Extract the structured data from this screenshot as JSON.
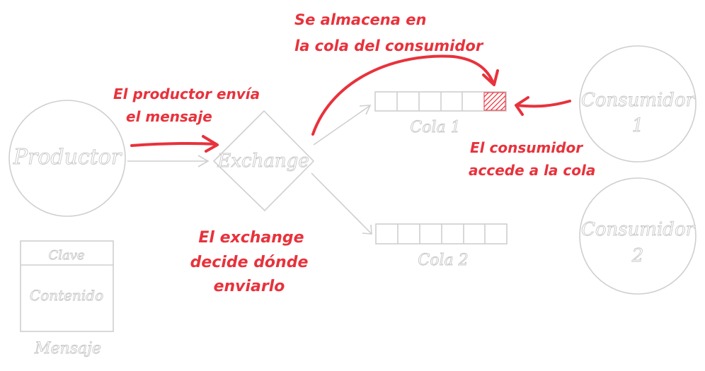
{
  "nodes": {
    "producer": "Productor",
    "exchange": "Exchange",
    "queue1": "Cola 1",
    "queue2": "Cola 2",
    "consumer1": [
      "Consumidor",
      "1"
    ],
    "consumer2": [
      "Consumidor",
      "2"
    ],
    "message": {
      "key": "Clave",
      "content": "Contenido",
      "caption": "Mensaje"
    }
  },
  "annotations": {
    "producer_sends": [
      "El productor envía",
      "el mensaje"
    ],
    "exchange_decides": [
      "El exchange",
      "decide dónde",
      "enviarlo"
    ],
    "stored_in_queue": [
      "Se almacena en",
      "la cola del consumidor"
    ],
    "consumer_accesses": [
      "El consumidor",
      "accede a la cola"
    ]
  },
  "colors": {
    "annotation": "#e8323c",
    "outline": "#c8c8c8"
  }
}
